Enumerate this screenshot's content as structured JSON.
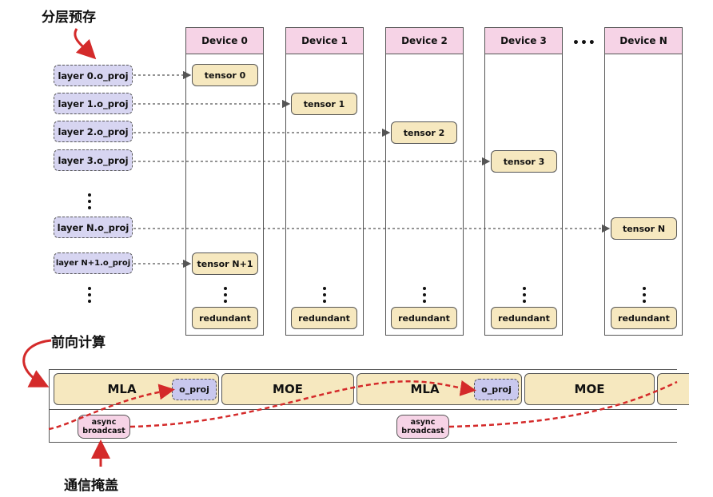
{
  "labels": {
    "top": "分层预存",
    "forward": "前向计算",
    "overlap": "通信掩盖"
  },
  "devices": [
    "Device 0",
    "Device 1",
    "Device 2",
    "Device 3",
    "Device N"
  ],
  "device_gap": "•••",
  "layers": [
    "layer 0.o_proj",
    "layer 1.o_proj",
    "layer 2.o_proj",
    "layer 3.o_proj",
    "layer N.o_proj",
    "layer N+1.o_proj"
  ],
  "tensors": [
    "tensor 0",
    "tensor 1",
    "tensor 2",
    "tensor 3",
    "tensor N",
    "tensor N+1"
  ],
  "redundant": "redundant",
  "timeline": {
    "mla": "MLA",
    "moe": "MOE",
    "oproj": "o_proj",
    "async": [
      "async",
      "broadcast"
    ]
  },
  "colors": {
    "device_header": "#f6d3e6",
    "tensor": "#f6e8bf",
    "layer": "#d7d5f1",
    "oproj": "#c9c8ee",
    "red_arrow": "#d42a2a"
  }
}
